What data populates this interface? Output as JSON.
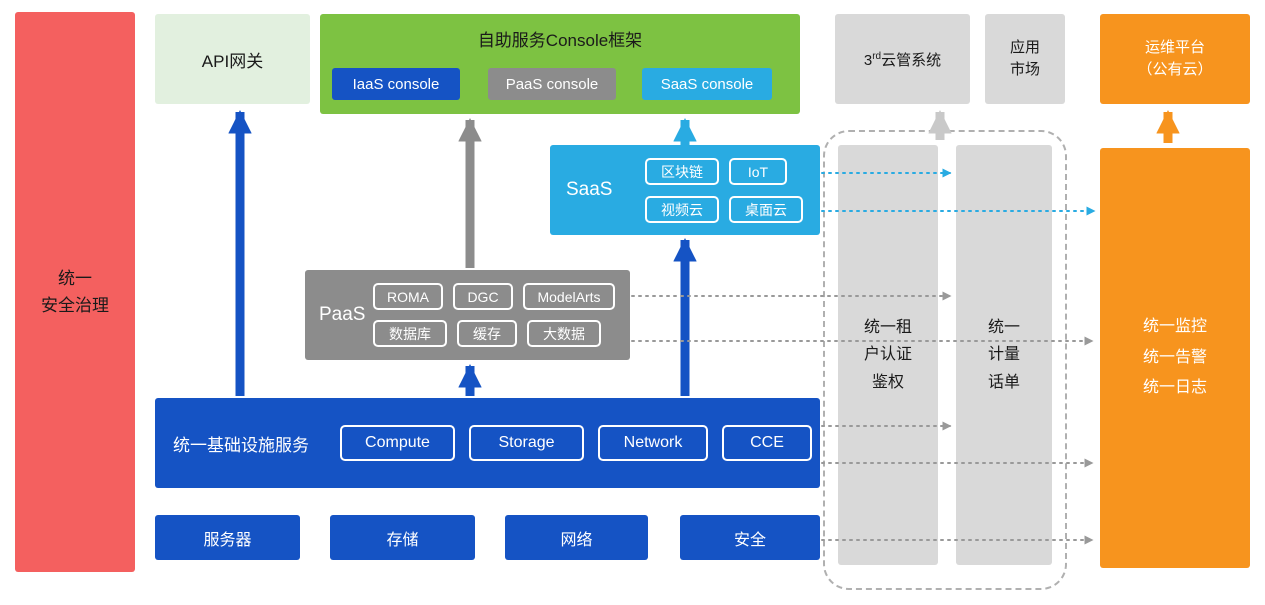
{
  "colors": {
    "red": "#F4605F",
    "light_green": "#E2F0DF",
    "green": "#7DC242",
    "blue": "#1553C4",
    "gray": "#8C8C8C",
    "cyan": "#29ABE2",
    "light_gray": "#D9D9D9",
    "orange": "#F7941E"
  },
  "security_bar": {
    "label": "统一\n安全治理"
  },
  "api_gateway": {
    "label": "API网关"
  },
  "console_framework": {
    "title": "自助服务Console框架",
    "consoles": [
      {
        "label": "IaaS console"
      },
      {
        "label": "PaaS console"
      },
      {
        "label": "SaaS console"
      }
    ]
  },
  "third_party_cms": {
    "prefix": "3",
    "sup": "rd",
    "suffix": "云管系统"
  },
  "app_market": {
    "label": "应用\n市场"
  },
  "om_platform": {
    "label": "运维平台\n（公有云）"
  },
  "saas": {
    "label": "SaaS",
    "items": [
      "区块链",
      "IoT",
      "视频云",
      "桌面云"
    ]
  },
  "paas": {
    "label": "PaaS",
    "items": [
      "ROMA",
      "DGC",
      "ModelArts",
      "数据库",
      "缓存",
      "大数据"
    ]
  },
  "infrastructure": {
    "label": "统一基础设施服务",
    "items": [
      "Compute",
      "Storage",
      "Network",
      "CCE"
    ]
  },
  "hardware": {
    "items": [
      "服务器",
      "存储",
      "网络",
      "安全"
    ]
  },
  "auth_bar": {
    "label": "统一租\n户认证\n鉴权"
  },
  "billing_bar": {
    "label": "统一\n计量\n话单"
  },
  "monitoring_bar": {
    "label": "统一监控\n统一告警\n统一日志"
  }
}
